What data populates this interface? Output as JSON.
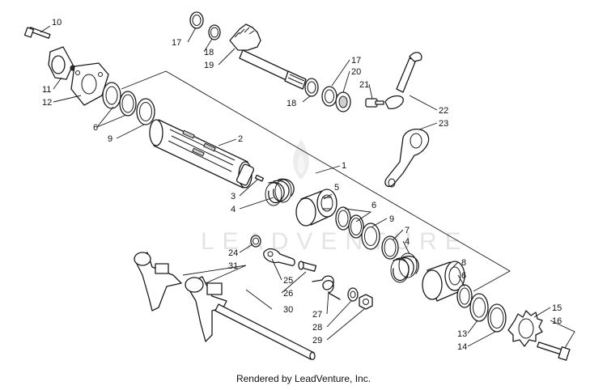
{
  "watermark": "LEADVENTURE",
  "credit": "Rendered by LeadVenture, Inc.",
  "callouts": {
    "c1": "1",
    "c2": "2",
    "c3": "3",
    "c4a": "4",
    "c4b": "4",
    "c5": "5",
    "c6a": "6",
    "c6b": "6",
    "c6c": "6",
    "c7": "7",
    "c8": "8",
    "c9a": "9",
    "c9b": "9",
    "c10": "10",
    "c11": "11",
    "c12": "12",
    "c13": "13",
    "c14": "14",
    "c15": "15",
    "c16": "16",
    "c17a": "17",
    "c17b": "17",
    "c18a": "18",
    "c18b": "18",
    "c19": "19",
    "c20": "20",
    "c21": "21",
    "c22": "22",
    "c23": "23",
    "c24": "24",
    "c25": "25",
    "c26": "26",
    "c27": "27",
    "c28": "28",
    "c29": "29",
    "c30": "30",
    "c31": "31"
  },
  "colors": {
    "line": "#1a1a1a",
    "shade": "#cfcfcf",
    "watermark": "#e4e4e4"
  }
}
